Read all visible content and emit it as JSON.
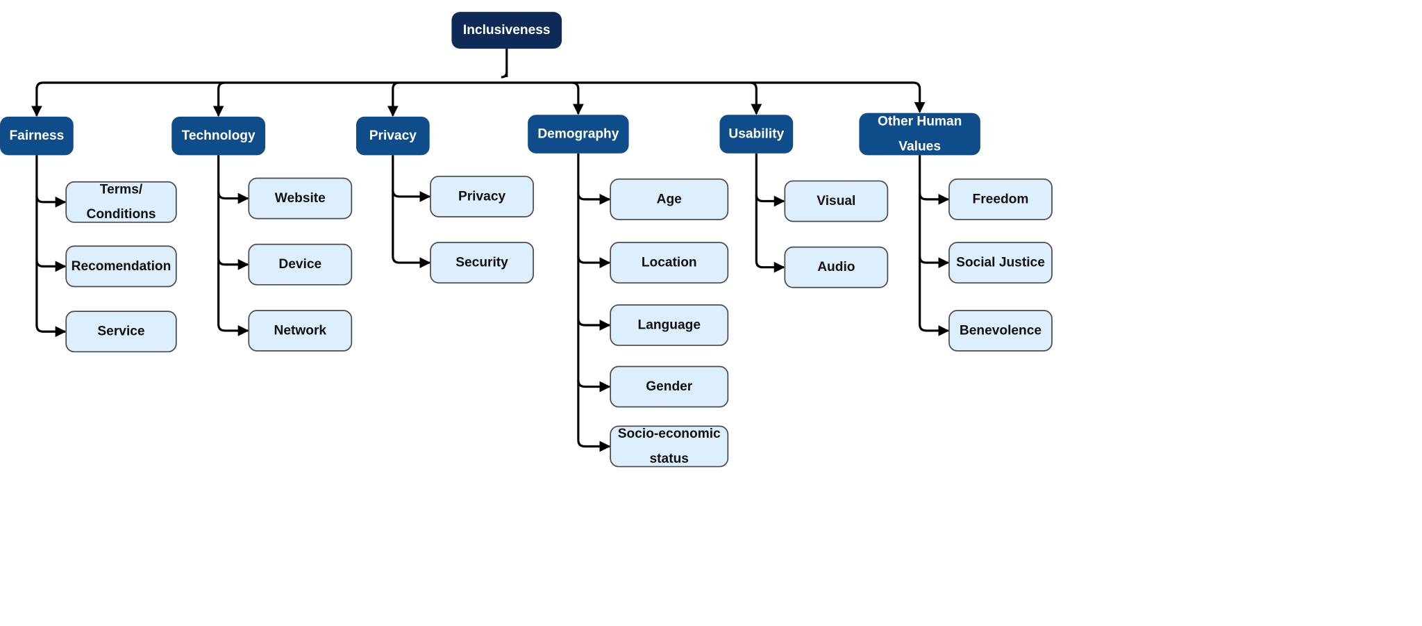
{
  "root": {
    "label": "Inclusiveness"
  },
  "categories": [
    {
      "label": [
        "Fairness"
      ],
      "items": [
        [
          "Terms/",
          "Conditions"
        ],
        [
          "Recomendation"
        ],
        [
          "Service"
        ]
      ]
    },
    {
      "label": [
        "Technology"
      ],
      "items": [
        [
          "Website"
        ],
        [
          "Device"
        ],
        [
          "Network"
        ]
      ]
    },
    {
      "label": [
        "Privacy"
      ],
      "items": [
        [
          "Privacy"
        ],
        [
          "Security"
        ]
      ]
    },
    {
      "label": [
        "Demography"
      ],
      "items": [
        [
          "Age"
        ],
        [
          "Location"
        ],
        [
          "Language"
        ],
        [
          "Gender"
        ],
        [
          "Socio-economic",
          "status"
        ]
      ]
    },
    {
      "label": [
        "Usability"
      ],
      "items": [
        [
          "Visual"
        ],
        [
          "Audio"
        ]
      ]
    },
    {
      "label": [
        "Other Human",
        "Values"
      ],
      "items": [
        [
          "Freedom"
        ],
        [
          "Social Justice"
        ],
        [
          "Benevolence"
        ]
      ]
    }
  ],
  "colors": {
    "root_fill": "#0e2a56",
    "category_fill": "#0f4c8a",
    "item_fill": "#ddeefc",
    "connector": "#000000",
    "dark_text": "#ffffff",
    "item_text": "#111111"
  }
}
